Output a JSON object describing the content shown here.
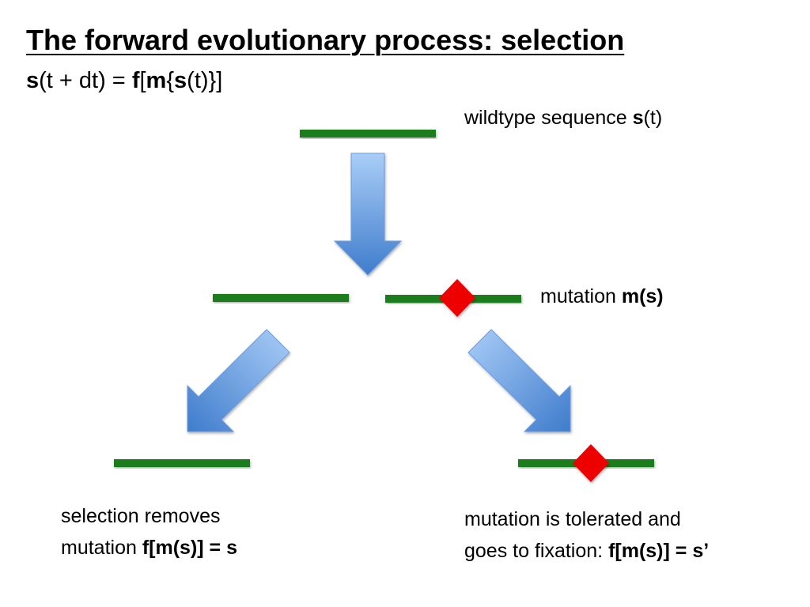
{
  "title": "The forward evolutionary process: selection",
  "formula": {
    "s1": "s",
    "p1": "(t + dt) = ",
    "f": "f",
    "p2": "[",
    "m": "m",
    "p3": "{",
    "s2": "s",
    "p4": "(t)}]"
  },
  "labels": {
    "wildtype": {
      "text": "wildtype sequence ",
      "bold": "s",
      "suffix": "(t)"
    },
    "mutation": {
      "text": "mutation ",
      "bold": "m(s)"
    },
    "selection": {
      "line1": "selection removes",
      "line2": "mutation ",
      "bold": "f[m(s)] = s"
    },
    "tolerated": {
      "line1": "mutation is tolerated and",
      "line2": "goes to fixation: ",
      "bold": "f[m(s)] = s’"
    }
  },
  "colors": {
    "sequence": "#1a7d1a",
    "mutation_marker": "#ee0000",
    "arrow_light": "#a9cdf7",
    "arrow_dark": "#3f7ccc"
  }
}
